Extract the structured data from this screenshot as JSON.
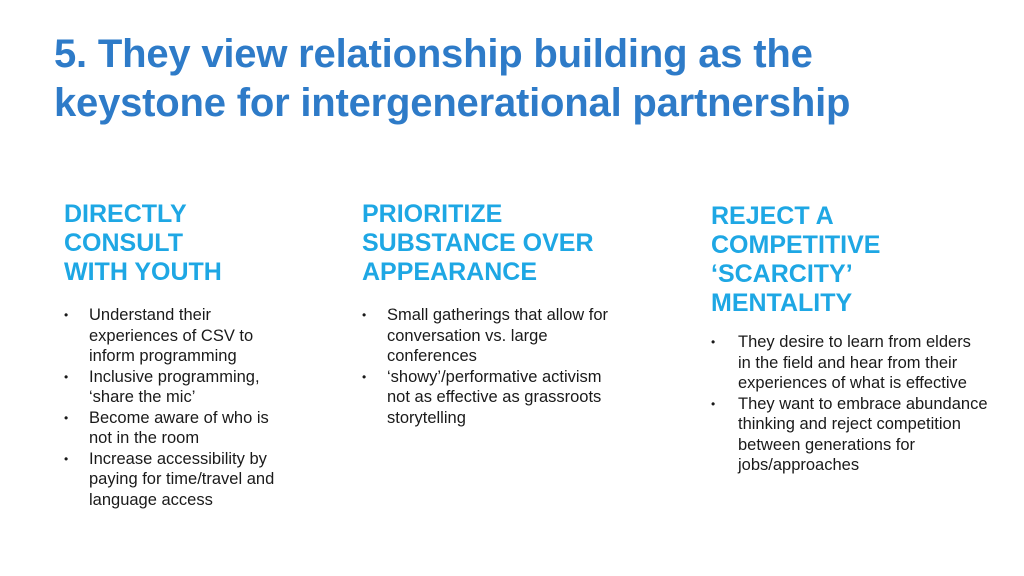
{
  "slide": {
    "title_lines": [
      "5. They view relationship building as the",
      "keystone for intergenerational partnership"
    ],
    "bullet_glyph": "•",
    "columns": [
      {
        "heading_lines": [
          "DIRECTLY",
          "CONSULT",
          "WITH YOUTH"
        ],
        "items": [
          {
            "lines": [
              "Understand their",
              "experiences of CSV to",
              "inform programming"
            ]
          },
          {
            "lines": [
              "Inclusive programming,",
              "‘share the mic’"
            ]
          },
          {
            "lines": [
              "Become aware of who is",
              "not in the room"
            ]
          },
          {
            "lines": [
              "Increase accessibility by",
              "paying for time/travel and",
              "language access"
            ]
          }
        ]
      },
      {
        "heading_lines": [
          "PRIORITIZE",
          "SUBSTANCE OVER",
          "APPEARANCE"
        ],
        "items": [
          {
            "lines": [
              "Small gatherings that allow for",
              "conversation vs. large",
              "conferences"
            ]
          },
          {
            "lines": [
              "‘showy’/performative activism",
              "not as effective as grassroots",
              "storytelling"
            ]
          }
        ]
      },
      {
        "heading_lines": [
          "REJECT A",
          "COMPETITIVE",
          "‘SCARCITY’",
          "MENTALITY"
        ],
        "items": [
          {
            "lines": [
              "They desire to learn from elders",
              "in the field and hear from their",
              "experiences of what is effective"
            ]
          },
          {
            "lines": [
              "They want to embrace abundance",
              "thinking and reject competition",
              "between generations for",
              "jobs/approaches"
            ]
          }
        ]
      }
    ]
  },
  "colors": {
    "title": "#2e7bc8",
    "heading": "#1ea7e4",
    "body_text": "#1a1a1a",
    "background": "#ffffff"
  }
}
